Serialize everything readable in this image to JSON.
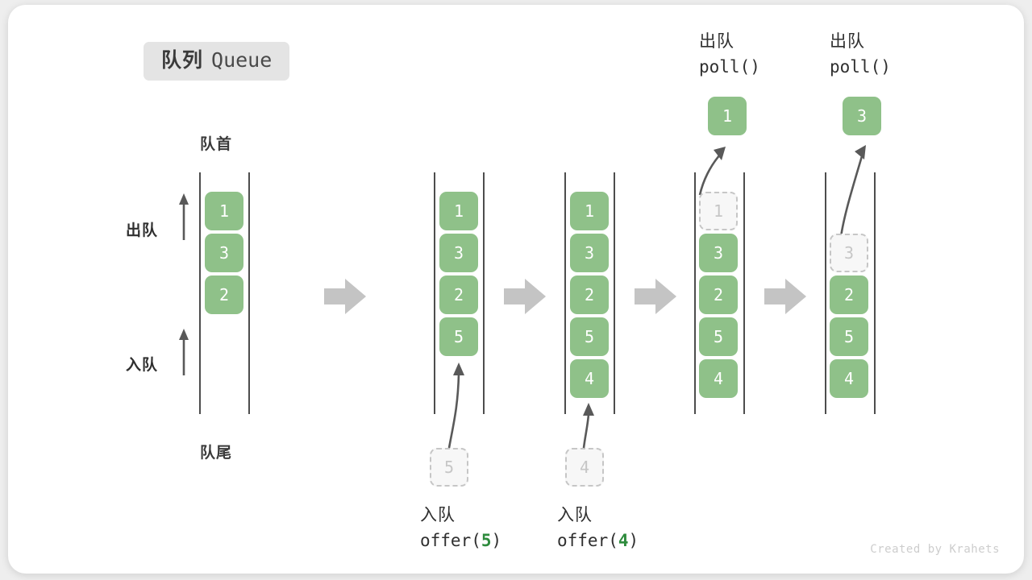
{
  "title": {
    "cn": "队列",
    "en": "Queue"
  },
  "labels": {
    "head": "队首",
    "tail": "队尾",
    "dequeue": "出队",
    "enqueue": "入队"
  },
  "colors": {
    "element": "#8fc189",
    "ghost_border": "#c6c6c6",
    "ghost_fill": "#f7f7f7",
    "rail": "#4d4d4d",
    "step_arrow": "#c4c4c4",
    "accent_arg": "#2e8b3d",
    "card": "#ffffff",
    "background": "#eeeeee"
  },
  "columns": [
    {
      "name": "initial-queue",
      "cells": [
        "1",
        "3",
        "2"
      ],
      "ghost_index": null,
      "popped": null,
      "caption_cn": "",
      "caption_code": "",
      "caption_arg": ""
    },
    {
      "name": "after-offer-5",
      "cells": [
        "1",
        "3",
        "2",
        "5"
      ],
      "ghost_index": null,
      "popped": null,
      "incoming": "5",
      "caption_cn": "入队",
      "caption_code_prefix": "offer(",
      "caption_arg": "5",
      "caption_code_suffix": ")"
    },
    {
      "name": "after-offer-4",
      "cells": [
        "1",
        "3",
        "2",
        "5",
        "4"
      ],
      "ghost_index": null,
      "popped": null,
      "incoming": "4",
      "caption_cn": "入队",
      "caption_code_prefix": "offer(",
      "caption_arg": "4",
      "caption_code_suffix": ")"
    },
    {
      "name": "poll-first",
      "cells": [
        "1",
        "3",
        "2",
        "5",
        "4"
      ],
      "ghost_index": 0,
      "popped": "1",
      "caption_cn": "出队",
      "caption_code_prefix": "poll(",
      "caption_arg": "",
      "caption_code_suffix": ")"
    },
    {
      "name": "poll-second",
      "cells": [
        "3",
        "2",
        "5",
        "4"
      ],
      "ghost_index": 0,
      "ghost_slot": 1,
      "popped": "3",
      "caption_cn": "出队",
      "caption_code_prefix": "poll(",
      "caption_arg": "",
      "caption_code_suffix": ")"
    }
  ],
  "watermark": "Created by Krahets"
}
